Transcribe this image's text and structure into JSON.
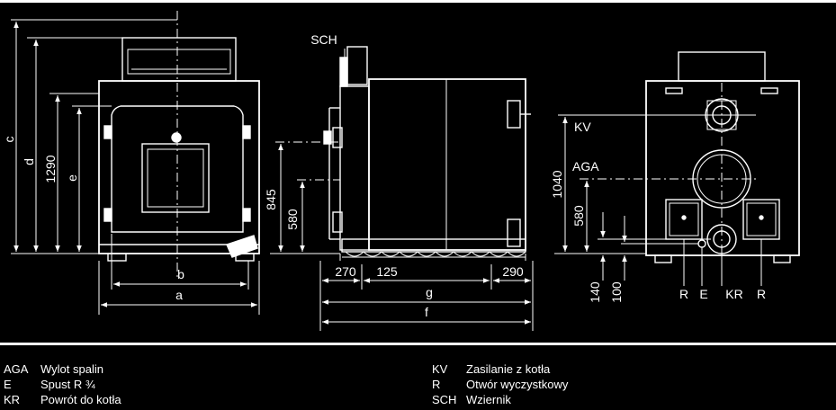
{
  "front_view": {
    "dims": {
      "c": "c",
      "d": "d",
      "h1290": "1290",
      "e": "e",
      "b": "b",
      "a": "a"
    }
  },
  "side_view": {
    "sch": "SCH",
    "dims": {
      "h845": "845",
      "h580": "580",
      "w270": "270",
      "w125": "125",
      "w290": "290",
      "g": "g",
      "f": "f"
    }
  },
  "rear_view": {
    "kv": "KV",
    "aga": "AGA",
    "dims": {
      "h1040": "1040",
      "h580": "580",
      "h140": "140",
      "h100": "100"
    },
    "bottom_labels": [
      "R",
      "E",
      "KR",
      "R"
    ]
  },
  "legend": {
    "left": [
      {
        "code": "AGA",
        "desc": "Wylot spalin"
      },
      {
        "code": "E",
        "desc": "Spust R ¾"
      },
      {
        "code": "KR",
        "desc": "Powrót do kotła"
      }
    ],
    "right": [
      {
        "code": "KV",
        "desc": "Zasilanie z kotła"
      },
      {
        "code": "R",
        "desc": "Otwór wyczystkowy"
      },
      {
        "code": "SCH",
        "desc": "Wziernik"
      }
    ]
  }
}
